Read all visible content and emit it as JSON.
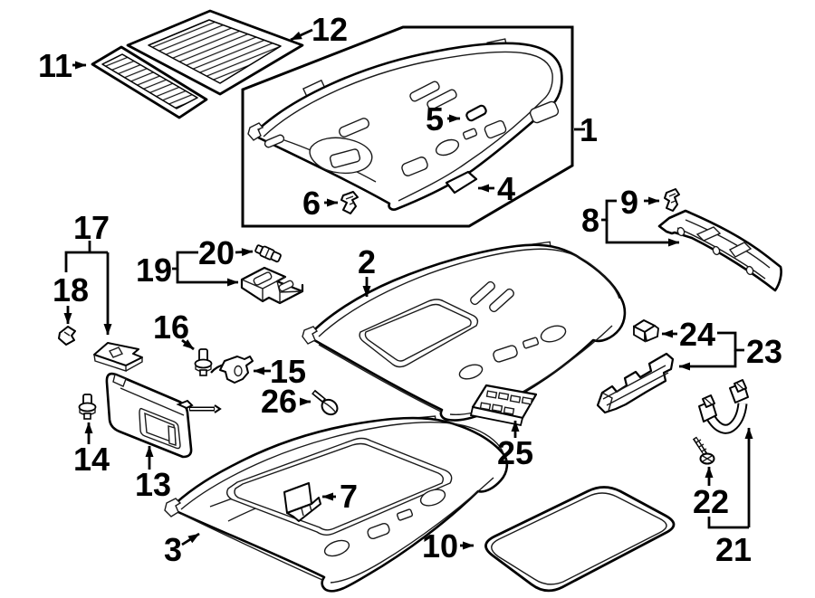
{
  "diagram": {
    "type": "exploded-parts-diagram",
    "palette": {
      "background": "#ffffff",
      "ink": "#000000"
    },
    "labels": {
      "n1": "1",
      "n2": "2",
      "n3": "3",
      "n4": "4",
      "n5": "5",
      "n6": "6",
      "n7": "7",
      "n8": "8",
      "n9": "9",
      "n10": "10",
      "n11": "11",
      "n12": "12",
      "n13": "13",
      "n14": "14",
      "n15": "15",
      "n16": "16",
      "n17": "17",
      "n18": "18",
      "n19": "19",
      "n20": "20",
      "n21": "21",
      "n22": "22",
      "n23": "23",
      "n24": "24",
      "n25": "25",
      "n26": "26"
    }
  }
}
